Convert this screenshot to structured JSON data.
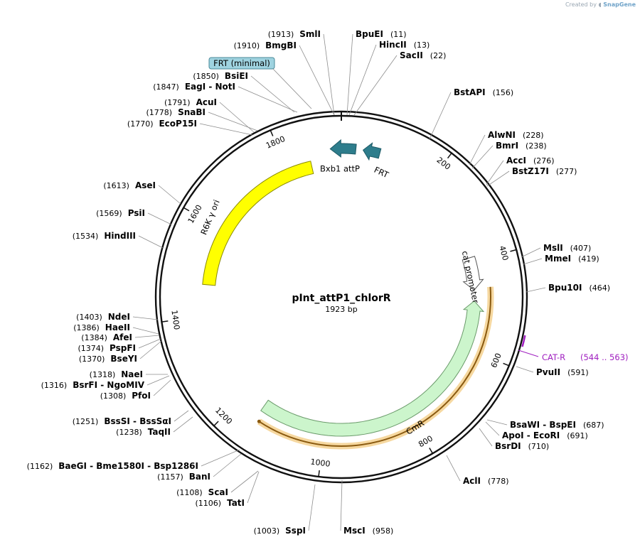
{
  "credit": {
    "prefix": "Created by",
    "brand": "SnapGene"
  },
  "plasmid": {
    "name": "pInt_attP1_chlorR",
    "size_label": "1923 bp",
    "length": 1923
  },
  "ticks": [
    {
      "pos": 200,
      "label": "200"
    },
    {
      "pos": 400,
      "label": "400"
    },
    {
      "pos": 600,
      "label": "600"
    },
    {
      "pos": 800,
      "label": "800"
    },
    {
      "pos": 1000,
      "label": "1000"
    },
    {
      "pos": 1200,
      "label": "1200"
    },
    {
      "pos": 1400,
      "label": "1400"
    },
    {
      "pos": 1600,
      "label": "1600"
    },
    {
      "pos": 1800,
      "label": "1800"
    }
  ],
  "features": [
    {
      "name": "R6K γ ori",
      "start": 1470,
      "end": 1855,
      "color": "#ffff00",
      "stroke": "#8a8a00",
      "track": 0,
      "arrow": false
    },
    {
      "name": "CmR",
      "start": 490,
      "end": 1150,
      "color": "#ccf5cc",
      "stroke": "#6a9a6a",
      "track": 0,
      "arrow": "rev"
    },
    {
      "name": "cat promoter",
      "start": 390,
      "end": 465,
      "color": "#ffffff",
      "stroke": "#555555",
      "track": 0,
      "arrow": "fwd"
    },
    {
      "name": "Bxb1 attP",
      "start": 1900,
      "end": 30,
      "color": "#2e7d8c",
      "stroke": "#1d5a66",
      "track": 0,
      "arrow": "rev"
    },
    {
      "name": "FRT",
      "start": 45,
      "end": 80,
      "color": "#2e7d8c",
      "stroke": "#1d5a66",
      "track": 0,
      "arrow": "rev"
    }
  ],
  "orf": {
    "start": 460,
    "end": 1140,
    "label": ""
  },
  "primer": {
    "name": "CAT-R",
    "range": "(544 .. 563)"
  },
  "boxed_feature": {
    "name": "FRT (minimal)"
  },
  "sites": [
    {
      "name": "SmlI",
      "pos": "(1913)",
      "side": "L"
    },
    {
      "name": "BmgBI",
      "pos": "(1910)",
      "side": "L"
    },
    {
      "name": "BsiEI",
      "pos": "(1850)",
      "side": "L"
    },
    {
      "name": "EagI  -  NotI",
      "pos": "(1847)",
      "side": "L"
    },
    {
      "name": "AcuI",
      "pos": "(1791)",
      "side": "L"
    },
    {
      "name": "SnaBI",
      "pos": "(1778)",
      "side": "L"
    },
    {
      "name": "EcoP15I",
      "pos": "(1770)",
      "side": "L"
    },
    {
      "name": "AseI",
      "pos": "(1613)",
      "side": "L"
    },
    {
      "name": "PsiI",
      "pos": "(1569)",
      "side": "L"
    },
    {
      "name": "HindIII",
      "pos": "(1534)",
      "side": "L"
    },
    {
      "name": "NdeI",
      "pos": "(1403)",
      "side": "L"
    },
    {
      "name": "HaeII",
      "pos": "(1386)",
      "side": "L"
    },
    {
      "name": "AfeI",
      "pos": "(1384)",
      "side": "L"
    },
    {
      "name": "PspFI",
      "pos": "(1374)",
      "side": "L"
    },
    {
      "name": "BseYI",
      "pos": "(1370)",
      "side": "L"
    },
    {
      "name": "NaeI",
      "pos": "(1318)",
      "side": "L"
    },
    {
      "name": "BsrFI  -  NgoMIV",
      "pos": "(1316)",
      "side": "L"
    },
    {
      "name": "PfoI",
      "pos": "(1308)",
      "side": "L"
    },
    {
      "name": "BssSI  -  BssSαI",
      "pos": "(1251)",
      "side": "L"
    },
    {
      "name": "TaqII",
      "pos": "(1238)",
      "side": "L"
    },
    {
      "name": "BaeGI  -  Bme1580I  -  Bsp1286I",
      "pos": "(1162)",
      "side": "L"
    },
    {
      "name": "BanI",
      "pos": "(1157)",
      "side": "L"
    },
    {
      "name": "ScaI",
      "pos": "(1108)",
      "side": "L"
    },
    {
      "name": "TatI",
      "pos": "(1106)",
      "side": "L"
    },
    {
      "name": "SspI",
      "pos": "(1003)",
      "side": "L"
    },
    {
      "name": "BpuEI",
      "pos": "(11)",
      "side": "R"
    },
    {
      "name": "HincII",
      "pos": "(13)",
      "side": "R"
    },
    {
      "name": "SacII",
      "pos": "(22)",
      "side": "R"
    },
    {
      "name": "BstAPI",
      "pos": "(156)",
      "side": "R"
    },
    {
      "name": "AlwNI",
      "pos": "(228)",
      "side": "R"
    },
    {
      "name": "BmrI",
      "pos": "(238)",
      "side": "R"
    },
    {
      "name": "AccI",
      "pos": "(276)",
      "side": "R"
    },
    {
      "name": "BstZ17I",
      "pos": "(277)",
      "side": "R"
    },
    {
      "name": "MslI",
      "pos": "(407)",
      "side": "R"
    },
    {
      "name": "MmeI",
      "pos": "(419)",
      "side": "R"
    },
    {
      "name": "Bpu10I",
      "pos": "(464)",
      "side": "R"
    },
    {
      "name": "PvuII",
      "pos": "(591)",
      "side": "R"
    },
    {
      "name": "BsaWI  -  BspEI",
      "pos": "(687)",
      "side": "R"
    },
    {
      "name": "ApoI  -  EcoRI",
      "pos": "(691)",
      "side": "R"
    },
    {
      "name": "BsrDI",
      "pos": "(710)",
      "side": "R"
    },
    {
      "name": "AclI",
      "pos": "(778)",
      "side": "R"
    },
    {
      "name": "MscI",
      "pos": "(958)",
      "side": "R"
    }
  ]
}
